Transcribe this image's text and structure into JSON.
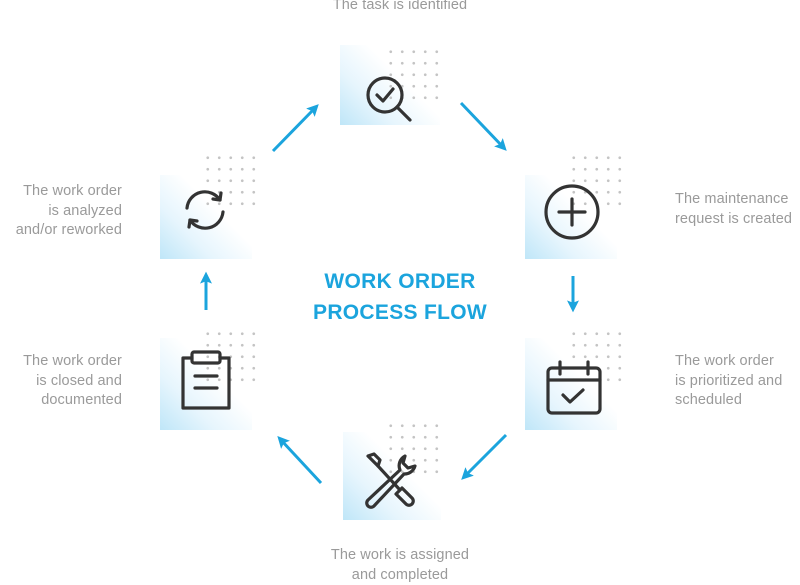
{
  "diagram": {
    "title_lines": [
      "WORK ORDER",
      "PROCESS FLOW"
    ],
    "accent_color": "#1ba4dd",
    "text_color": "#9a9a9a",
    "icon_color": "#333333",
    "steps": [
      {
        "id": "identify",
        "icon": "magnifier-check-icon",
        "label_lines": [
          "The task is identified"
        ]
      },
      {
        "id": "request",
        "icon": "plus-circle-icon",
        "label_lines": [
          "The maintenance",
          "request is created"
        ]
      },
      {
        "id": "schedule",
        "icon": "calendar-check-icon",
        "label_lines": [
          "The work order",
          "is prioritized and",
          "scheduled"
        ]
      },
      {
        "id": "complete",
        "icon": "tools-icon",
        "label_lines": [
          "The work is assigned",
          "and completed"
        ]
      },
      {
        "id": "close",
        "icon": "clipboard-icon",
        "label_lines": [
          "The work order",
          "is closed and",
          "documented"
        ]
      },
      {
        "id": "analyze",
        "icon": "refresh-cycle-icon",
        "label_lines": [
          "The work order",
          "is analyzed",
          "and/or reworked"
        ]
      }
    ],
    "flow": [
      "identify",
      "request",
      "schedule",
      "complete",
      "close",
      "analyze",
      "identify"
    ]
  }
}
